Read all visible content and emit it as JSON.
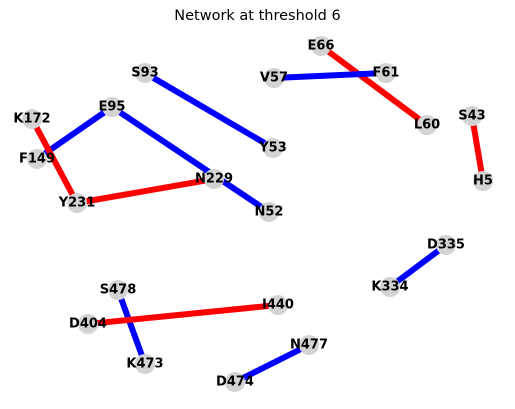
{
  "title": "Network at threshold 6",
  "colors": {
    "red": "#ff0000",
    "blue": "#0000ff",
    "node": "#d3d3d3"
  },
  "nodes": [
    {
      "id": "E66"
    },
    {
      "id": "F61"
    },
    {
      "id": "V57"
    },
    {
      "id": "L60"
    },
    {
      "id": "S93"
    },
    {
      "id": "Y53"
    },
    {
      "id": "E95"
    },
    {
      "id": "K172"
    },
    {
      "id": "F149"
    },
    {
      "id": "Y231"
    },
    {
      "id": "N229"
    },
    {
      "id": "N52"
    },
    {
      "id": "S43"
    },
    {
      "id": "H5"
    },
    {
      "id": "D335"
    },
    {
      "id": "K334"
    },
    {
      "id": "S478"
    },
    {
      "id": "I440"
    },
    {
      "id": "D404"
    },
    {
      "id": "K473"
    },
    {
      "id": "N477"
    },
    {
      "id": "D474"
    }
  ],
  "edges": [
    {
      "source": "E66",
      "target": "L60",
      "color": "red"
    },
    {
      "source": "V57",
      "target": "F61",
      "color": "blue"
    },
    {
      "source": "S93",
      "target": "Y53",
      "color": "blue"
    },
    {
      "source": "E95",
      "target": "F149",
      "color": "blue"
    },
    {
      "source": "E95",
      "target": "N52",
      "color": "blue"
    },
    {
      "source": "K172",
      "target": "Y231",
      "color": "red"
    },
    {
      "source": "Y231",
      "target": "N229",
      "color": "red"
    },
    {
      "source": "S43",
      "target": "H5",
      "color": "red"
    },
    {
      "source": "D335",
      "target": "K334",
      "color": "blue"
    },
    {
      "source": "S478",
      "target": "K473",
      "color": "blue"
    },
    {
      "source": "D404",
      "target": "I440",
      "color": "red"
    },
    {
      "source": "N477",
      "target": "D474",
      "color": "blue"
    }
  ]
}
